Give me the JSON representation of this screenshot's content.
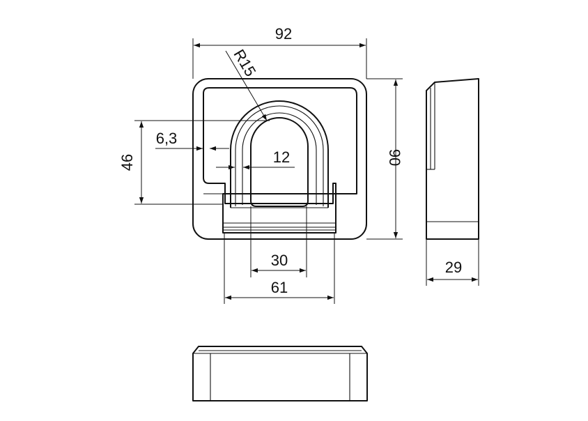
{
  "dimensions": {
    "width_top": "92",
    "radius": "R15",
    "offset": "6,3",
    "height_inner": "46",
    "inner_width": "12",
    "height": "90",
    "slot_width": "30",
    "bottom_width": "61",
    "depth": "29"
  },
  "colors": {
    "line": "#111111",
    "background": "#ffffff"
  }
}
